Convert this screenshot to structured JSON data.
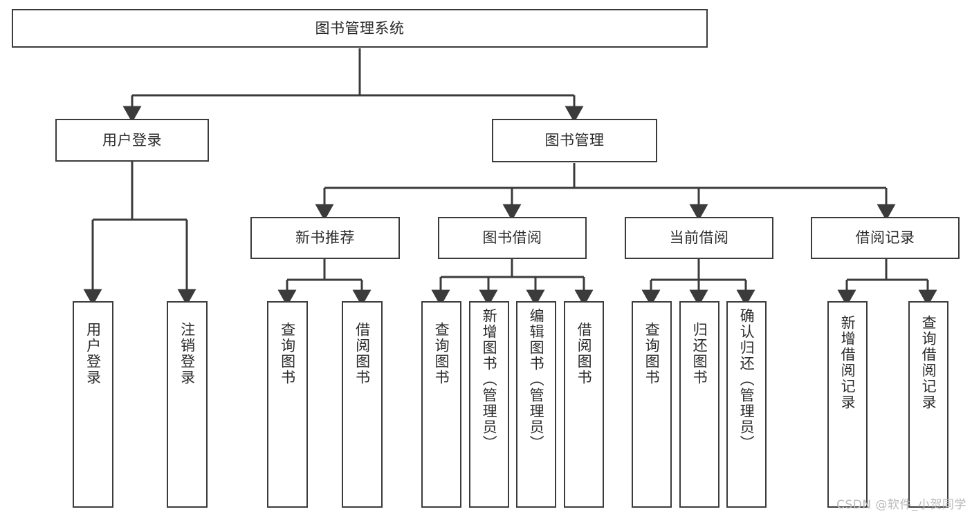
{
  "diagram": {
    "title": "图书管理系统",
    "type": "tree",
    "style": {
      "background": "#ffffff",
      "line_color": "#3b3b3b",
      "box_border": "#3b3b3b",
      "box_fill": "#ffffff",
      "text_color": "#2b2b2b"
    },
    "root": {
      "label": "图书管理系统"
    },
    "level2": [
      {
        "label": "用户登录"
      },
      {
        "label": "图书管理"
      }
    ],
    "level3": [
      {
        "label": "新书推荐"
      },
      {
        "label": "图书借阅"
      },
      {
        "label": "当前借阅"
      },
      {
        "label": "借阅记录"
      }
    ],
    "leaves": {
      "user_login": [
        {
          "label": "用户登录"
        },
        {
          "label": "注销登录"
        }
      ],
      "new_book_recommend": [
        {
          "label": "查询图书"
        },
        {
          "label": "借阅图书"
        }
      ],
      "book_borrow": [
        {
          "label": "查询图书"
        },
        {
          "label": "新增图书（管理员）"
        },
        {
          "label": "编辑图书（管理员）"
        },
        {
          "label": "借阅图书"
        }
      ],
      "current_borrow": [
        {
          "label": "查询图书"
        },
        {
          "label": "归还图书"
        },
        {
          "label": "确认归还（管理员）"
        }
      ],
      "borrow_record": [
        {
          "label": "新增借阅记录"
        },
        {
          "label": "查询借阅记录"
        }
      ]
    },
    "watermark": "CSDN @软件_小贺同学"
  }
}
